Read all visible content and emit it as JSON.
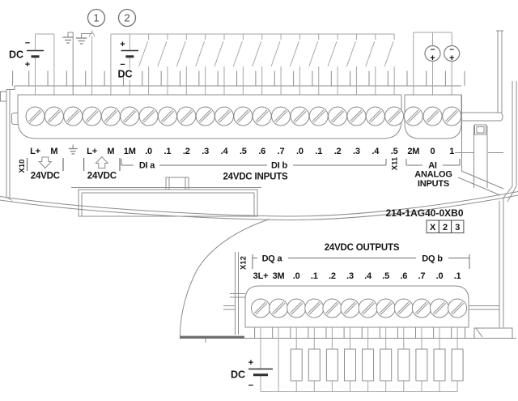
{
  "colors": {
    "outline": "#8c8c8c",
    "wire": "#a6a6a6",
    "symbol": "#2e2e2e",
    "text": "#151515",
    "tick": "#6f6f6f"
  },
  "callouts": [
    {
      "n": "1"
    },
    {
      "n": "2"
    }
  ],
  "supplies": {
    "left": {
      "label": "DC",
      "top_sign": "−",
      "bottom_sign": "+"
    },
    "input": {
      "label": "DC",
      "top_sign": "+",
      "bottom_sign": "−"
    },
    "output": {
      "label": "DC",
      "top_sign": "+",
      "bottom_sign": "−"
    }
  },
  "analog_sources": [
    {
      "top_sign": "−",
      "bottom_sign": "+"
    },
    {
      "top_sign": "−",
      "bottom_sign": "+"
    }
  ],
  "connector_x10": {
    "name": "X10",
    "row": [
      "L+",
      "M",
      "GND",
      "L+",
      "M",
      "1M",
      ".0",
      ".1",
      ".2",
      ".3",
      ".4",
      ".5",
      ".6",
      ".7",
      ".0",
      ".1",
      ".2",
      ".3",
      ".4",
      ".5"
    ],
    "supply_label": "24VDC",
    "sensor_label": "24VDC",
    "di_a_label": "DI a",
    "di_b_label": "DI b",
    "section_label": "24VDC INPUTS"
  },
  "connector_x11": {
    "name": "X11",
    "row": [
      "2M",
      "0",
      "1"
    ],
    "group_label": "AI",
    "section_line1": "ANALOG",
    "section_line2": "INPUTS"
  },
  "module": {
    "order_number": "214-1AG40-0XB0",
    "version_cells": [
      "X",
      "2",
      "3"
    ]
  },
  "connector_x12": {
    "name": "X12",
    "row": [
      "3L+",
      "3M",
      ".0",
      ".1",
      ".2",
      ".3",
      ".4",
      ".5",
      ".6",
      ".7",
      ".0",
      ".1"
    ],
    "dq_a_label": "DQ a",
    "dq_b_label": "DQ b",
    "section_label": "24VDC OUTPUTS"
  }
}
